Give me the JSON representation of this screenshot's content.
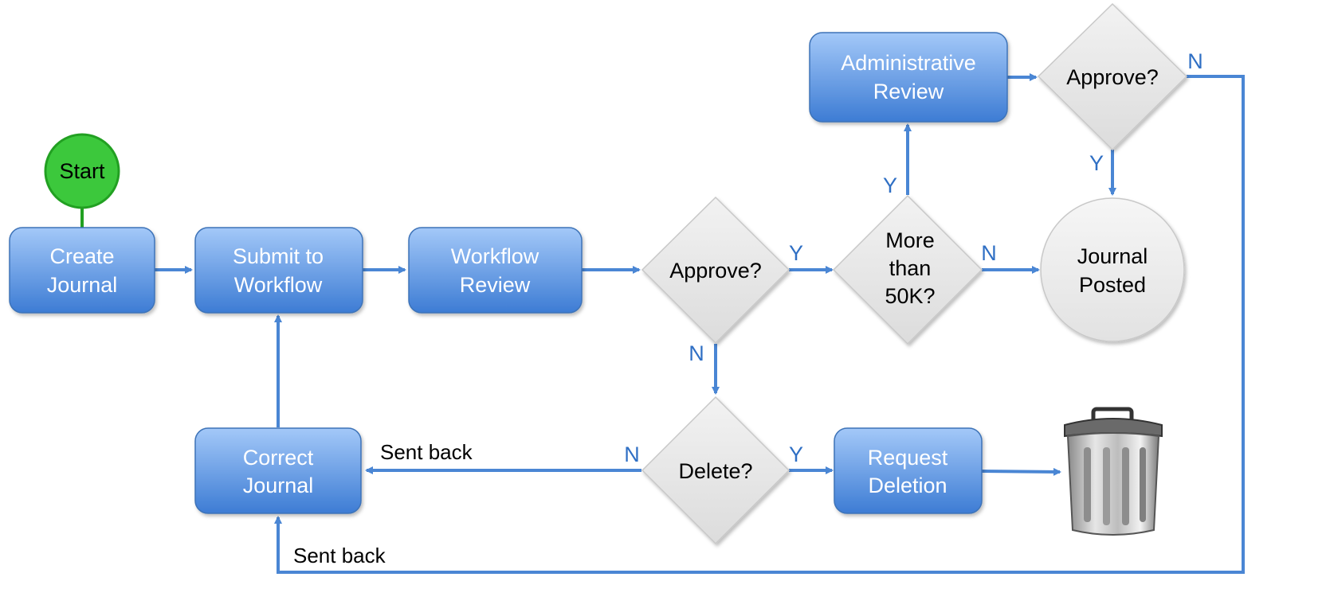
{
  "nodes": {
    "start": "Start",
    "create_journal": [
      "Create",
      "Journal"
    ],
    "submit_to_workflow": [
      "Submit to",
      "Workflow"
    ],
    "workflow_review": [
      "Workflow",
      "Review"
    ],
    "approve_1": "Approve?",
    "more_than_50k": [
      "More",
      "than",
      "50K?"
    ],
    "administrative_review": [
      "Administrative",
      "Review"
    ],
    "approve_2": "Approve?",
    "journal_posted": [
      "Journal",
      "Posted"
    ],
    "delete": "Delete?",
    "request_deletion": [
      "Request",
      "Deletion"
    ],
    "correct_journal": [
      "Correct",
      "Journal"
    ]
  },
  "edge_labels": {
    "approve1_yes": "Y",
    "approve1_no": "N",
    "more50k_yes": "Y",
    "more50k_no": "N",
    "approve2_yes": "Y",
    "approve2_no": "N",
    "delete_yes": "Y",
    "delete_no": "N",
    "sent_back_delete": "Sent back",
    "sent_back_admin": "Sent back"
  },
  "icons": {
    "trash": "trash-can-icon"
  },
  "colors": {
    "box_top": "#9cc3f7",
    "box_bottom": "#3f7fd6",
    "box_border": "#3e73b8",
    "diamond_fill": "#e4e4e4",
    "arrow": "#4a86d4",
    "start_fill": "#3cc83c",
    "start_border": "#22a022",
    "posted_fill": "#ececec"
  }
}
